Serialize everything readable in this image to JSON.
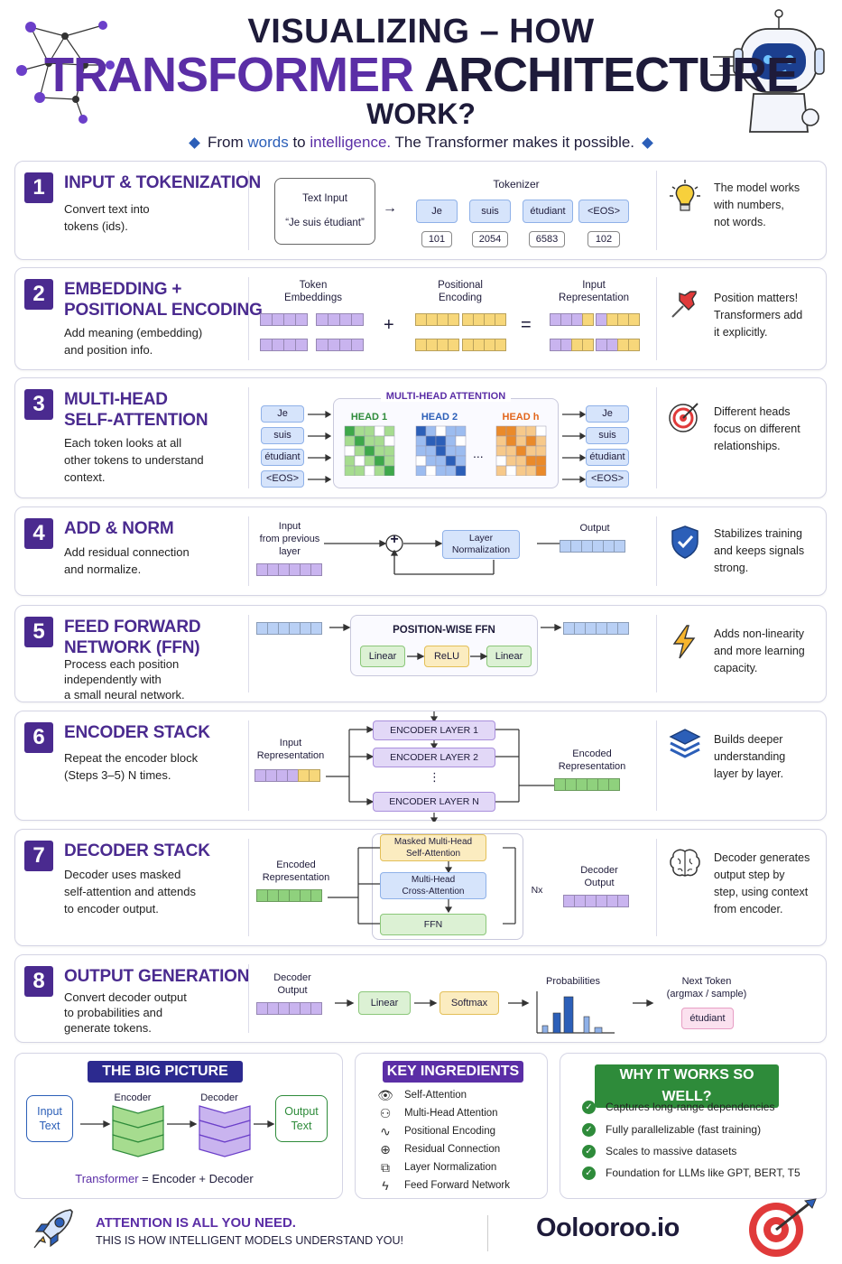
{
  "header": {
    "line1": "VISUALIZING – HOW",
    "line2a": "TRANSFORMER",
    "line2b": "ARCHITECTURE",
    "line3": "WORK?",
    "subtitle_pre": "From ",
    "subtitle_words": "words",
    "subtitle_mid": " to ",
    "subtitle_intel": "intelligence.",
    "subtitle_post": " The Transformer makes it possible."
  },
  "sections": [
    {
      "num": "1",
      "title": "INPUT & TOKENIZATION",
      "desc": [
        "Convert text into",
        "tokens (ids)."
      ],
      "note": [
        "The model works",
        "with numbers,",
        "not words."
      ]
    },
    {
      "num": "2",
      "title": "EMBEDDING +",
      "title2": "POSITIONAL ENCODING",
      "desc": [
        "Add meaning (embedding)",
        "and position info."
      ],
      "note": [
        "Position matters!",
        "Transformers add",
        "it explicitly."
      ]
    },
    {
      "num": "3",
      "title": "MULTI-HEAD",
      "title2": "SELF-ATTENTION",
      "desc": [
        "Each token looks at all",
        "other tokens to understand",
        "context."
      ],
      "note": [
        "Different heads",
        "focus on different",
        "relationships."
      ]
    },
    {
      "num": "4",
      "title": "ADD & NORM",
      "desc": [
        "Add residual connection",
        "and normalize."
      ],
      "note": [
        "Stabilizes training",
        "and keeps signals",
        "strong."
      ]
    },
    {
      "num": "5",
      "title": "FEED FORWARD",
      "title2": "NETWORK (FFN)",
      "desc": [
        "Process each position",
        "independently with",
        "a small neural network."
      ],
      "note": [
        "Adds non-linearity",
        "and more learning",
        "capacity."
      ]
    },
    {
      "num": "6",
      "title": "ENCODER STACK",
      "desc": [
        "Repeat the encoder block",
        "(Steps 3–5) N times."
      ],
      "note": [
        "Builds deeper",
        "understanding",
        "layer by layer."
      ]
    },
    {
      "num": "7",
      "title": "DECODER STACK",
      "desc": [
        "Decoder uses masked",
        "self-attention and attends",
        "to encoder output."
      ],
      "note": [
        "Decoder generates",
        "output step by",
        "step, using context",
        "from encoder."
      ]
    },
    {
      "num": "8",
      "title": "OUTPUT GENERATION",
      "desc": [
        "Convert decoder output",
        "to probabilities and",
        "generate tokens."
      ],
      "note": []
    }
  ],
  "s1": {
    "text_input_label": "Text Input",
    "text_input_value": "“Je suis étudiant”",
    "tokenizer_label": "Tokenizer",
    "tokens": [
      "Je",
      "suis",
      "étudiant",
      "<EOS>"
    ],
    "ids": [
      "101",
      "2054",
      "6583",
      "102"
    ]
  },
  "s2": {
    "token_emb": [
      "Token",
      "Embeddings"
    ],
    "pos_enc": [
      "Positional",
      "Encoding"
    ],
    "input_rep": [
      "Input",
      "Representation"
    ],
    "plus": "+",
    "equals": "="
  },
  "s3": {
    "mha_title": "MULTI-HEAD ATTENTION",
    "head1": "HEAD 1",
    "head2": "HEAD 2",
    "headh": "HEAD h",
    "dots": "...",
    "tokens": [
      "Je",
      "suis",
      "étudiant",
      "<EOS>"
    ]
  },
  "s4": {
    "input_label": [
      "Input",
      "from previous",
      "layer"
    ],
    "plus": "+",
    "layer_norm": [
      "Layer",
      "Normalization"
    ],
    "output": "Output"
  },
  "s5": {
    "ffn_title": "POSITION-WISE FFN",
    "linear": "Linear",
    "relu": "ReLU"
  },
  "s6": {
    "input_rep": [
      "Input",
      "Representation"
    ],
    "layer1": "ENCODER LAYER 1",
    "layer2": "ENCODER LAYER 2",
    "dots": "⋮",
    "layern": "ENCODER LAYER N",
    "encoded_rep": [
      "Encoded",
      "Representation"
    ]
  },
  "s7": {
    "encoded_rep": [
      "Encoded",
      "Representation"
    ],
    "masked": [
      "Masked Multi-Head",
      "Self-Attention"
    ],
    "cross": [
      "Multi-Head",
      "Cross-Attention"
    ],
    "ffn": "FFN",
    "nx": "Nx",
    "decoder_output": [
      "Decoder",
      "Output"
    ]
  },
  "s8": {
    "decoder_output": [
      "Decoder",
      "Output"
    ],
    "linear": "Linear",
    "softmax": "Softmax",
    "probabilities": "Probabilities",
    "next_token": [
      "Next Token",
      "(argmax / sample)"
    ],
    "token": "étudiant"
  },
  "big_picture": {
    "title": "THE BIG PICTURE",
    "input": [
      "Input",
      "Text"
    ],
    "encoder": "Encoder",
    "decoder": "Decoder",
    "output": [
      "Output",
      "Text"
    ],
    "formula_a": "Transformer",
    "formula_b": " = Encoder + Decoder"
  },
  "key_ingredients": {
    "title": "KEY INGREDIENTS",
    "items": [
      "Self-Attention",
      "Multi-Head Attention",
      "Positional Encoding",
      "Residual Connection",
      "Layer Normalization",
      "Feed Forward Network"
    ]
  },
  "why": {
    "title": "WHY IT WORKS SO WELL?",
    "items": [
      "Captures long-range dependencies",
      "Fully parallelizable (fast training)",
      "Scales to massive datasets",
      "Foundation for LLMs like GPT, BERT, T5"
    ]
  },
  "footer": {
    "line1": "ATTENTION IS ALL YOU NEED.",
    "line2": "THIS IS HOW INTELLIGENT MODELS UNDERSTAND YOU!",
    "brand": "Oolooroo.io"
  },
  "colors": {
    "purple": "#4a2a8f",
    "blue": "#2c5fb8",
    "green": "#2e8b3a",
    "banner_big_picture": "#2c2a8f",
    "banner_key": "#5b2ea6",
    "banner_why": "#2e8b3a"
  }
}
